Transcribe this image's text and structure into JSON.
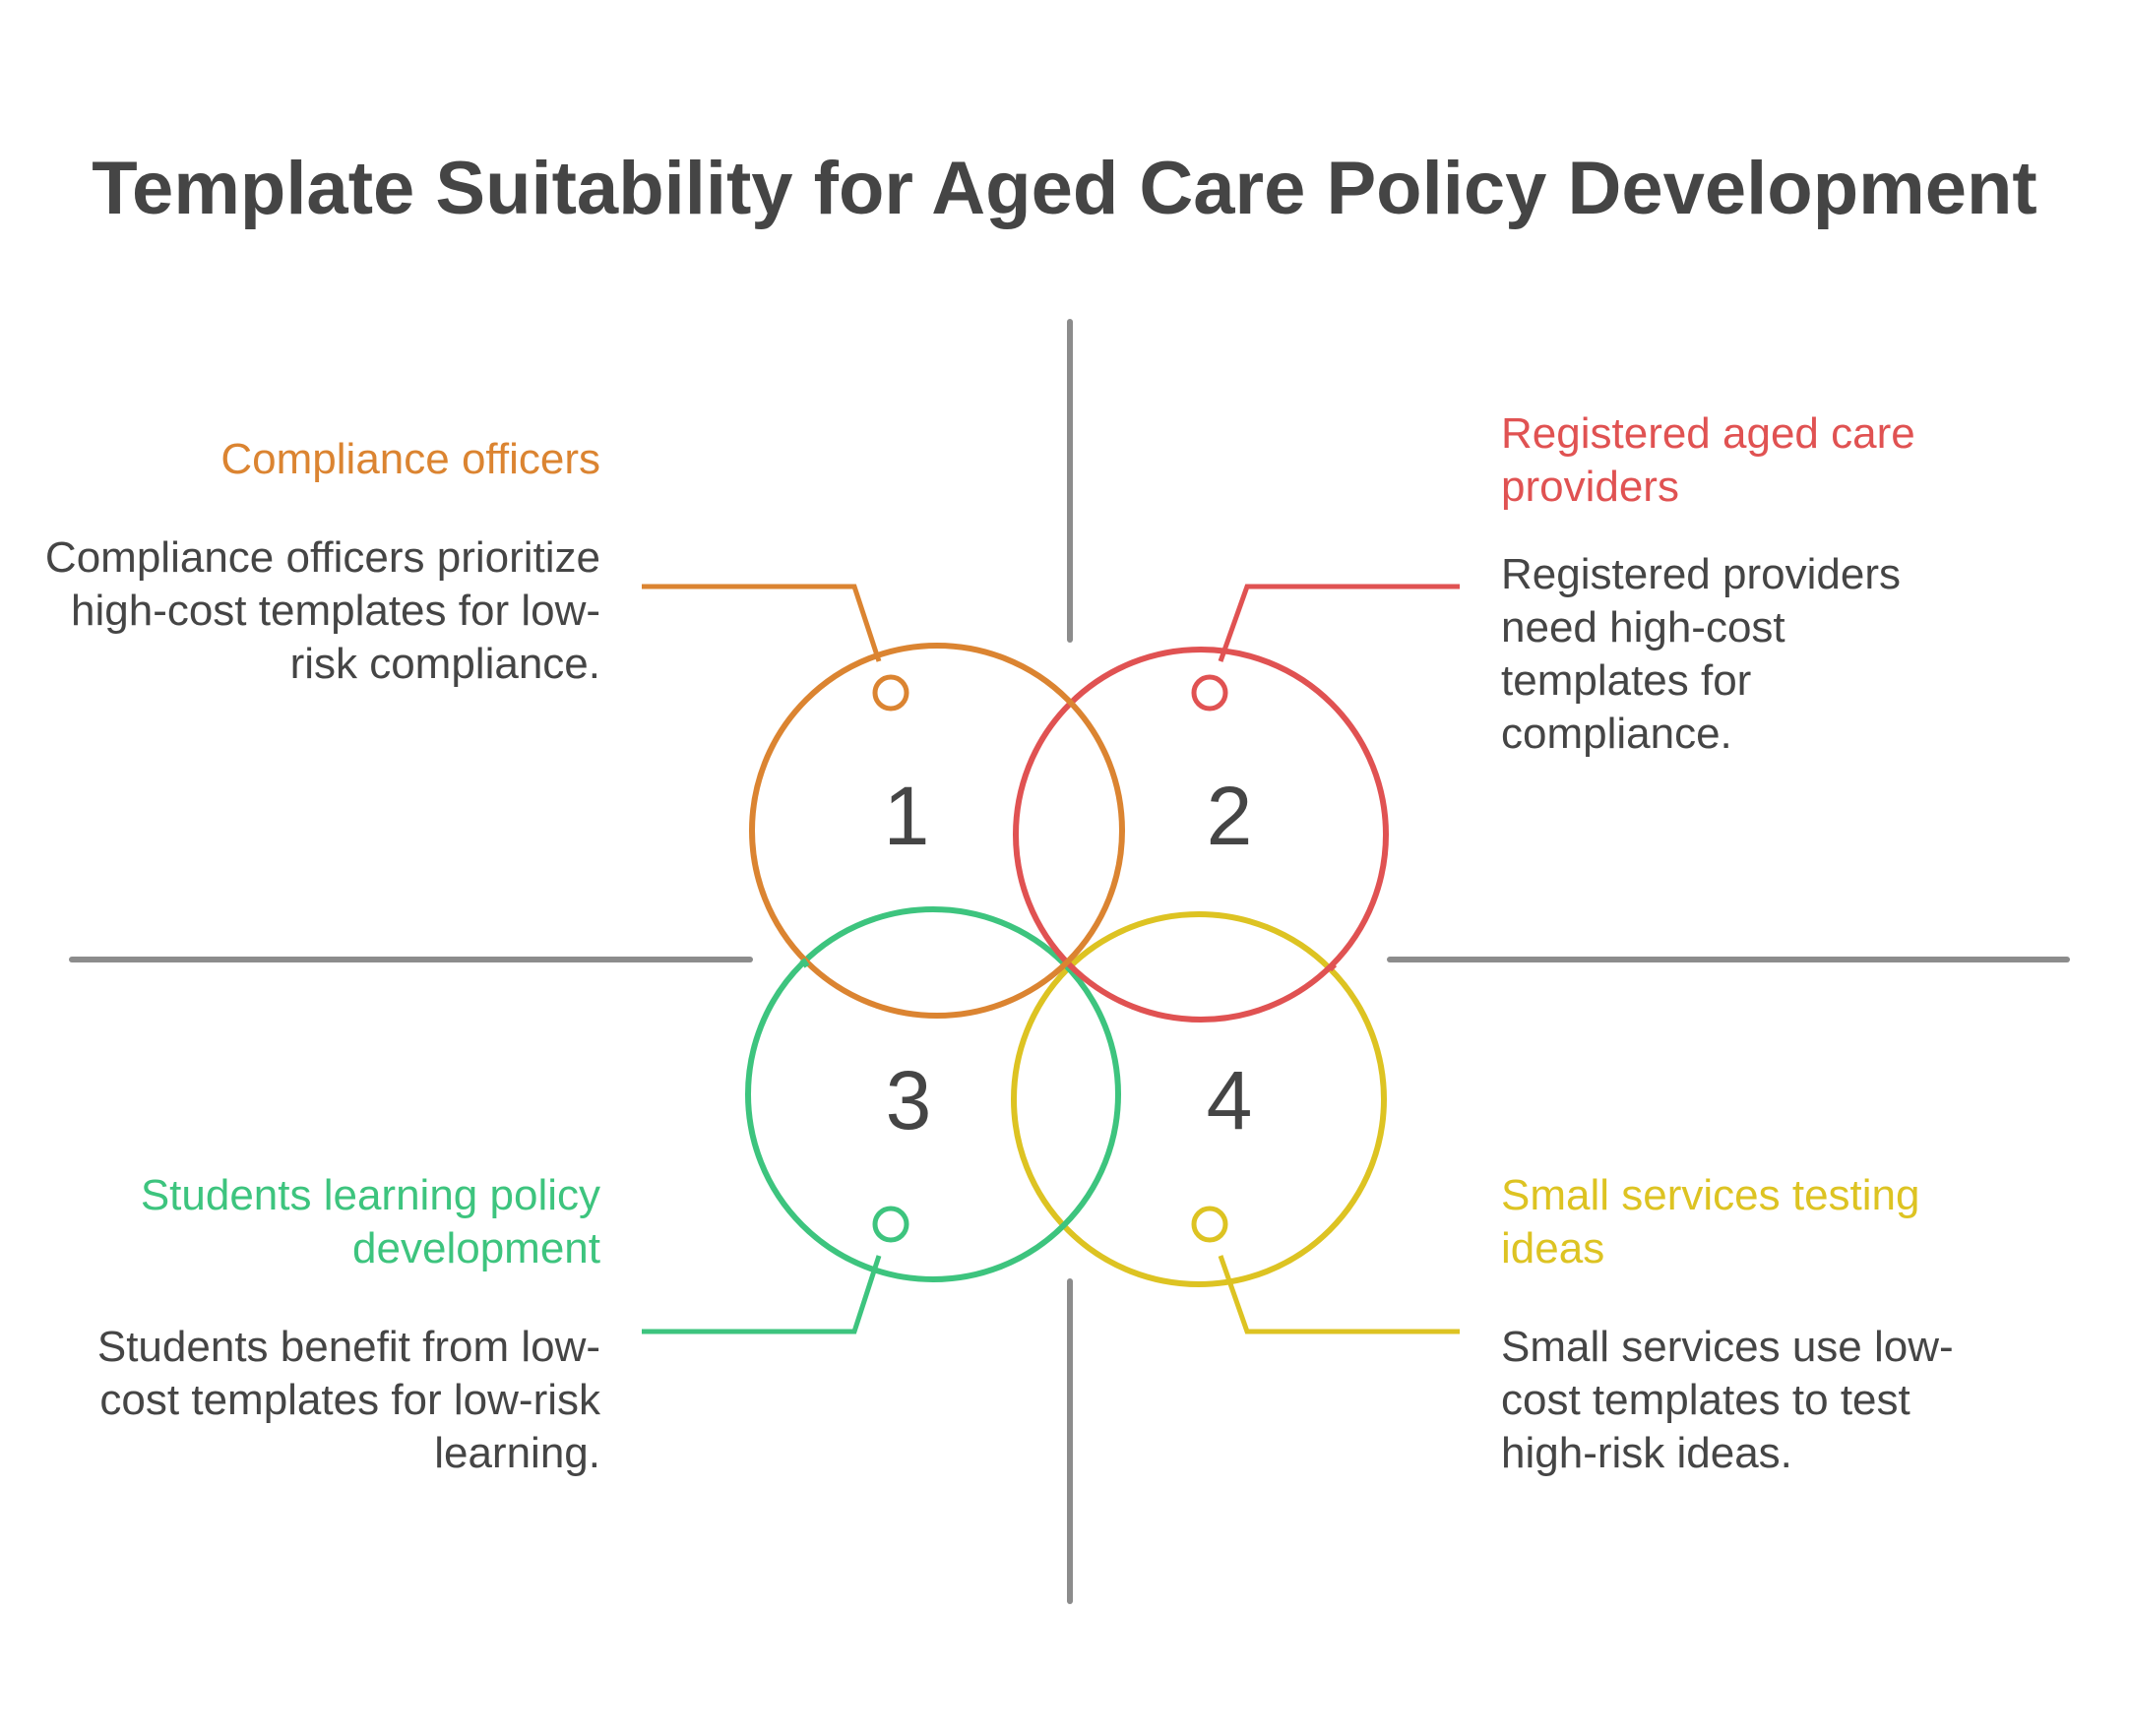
{
  "title": "Template Suitability for Aged Care Policy Development",
  "colors": {
    "orange": "#DB8431",
    "red": "#E05252",
    "green": "#3DC47E",
    "yellow": "#DDC322",
    "axis": "#8C8C8C",
    "text": "#454545"
  },
  "quadrants": [
    {
      "number": "1",
      "title": "Compliance officers",
      "description": "Compliance officers prioritize high-cost templates for low-risk compliance."
    },
    {
      "number": "2",
      "title": "Registered aged care providers",
      "description": "Registered providers need high-cost templates for compliance."
    },
    {
      "number": "3",
      "title": "Students learning policy development",
      "description": "Students benefit from low-cost templates for low-risk learning."
    },
    {
      "number": "4",
      "title": "Small services testing ideas",
      "description": "Small services use low-cost templates to test high-risk ideas."
    }
  ]
}
